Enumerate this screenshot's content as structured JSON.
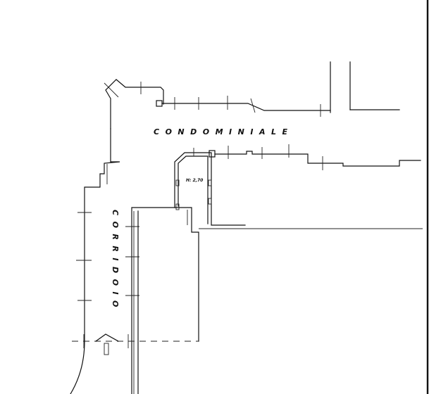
{
  "plan": {
    "corridor_top_label": "CONDOMINIALE",
    "corridor_side_label": "CORRIDOIO",
    "height_note": "H: 2,70"
  }
}
